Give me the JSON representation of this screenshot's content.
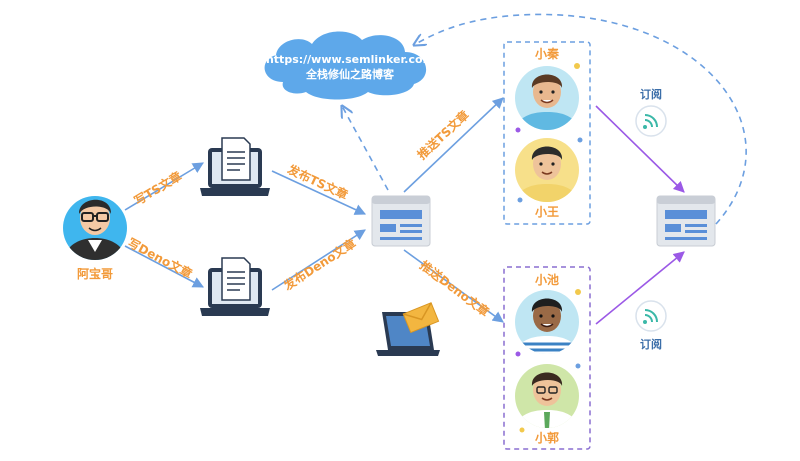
{
  "author": {
    "name": "阿宝哥"
  },
  "edges": {
    "write_ts": "写TS文章",
    "write_deno": "写Deno文章",
    "publish_ts": "发布TS文章",
    "publish_deno": "发布Deno文章",
    "push_ts": "推送TS文章",
    "push_deno": "推送Deno文章"
  },
  "cloud": {
    "url": "https://www.semlinker.com",
    "title": "全栈修仙之路博客"
  },
  "group_ts": {
    "members": [
      "小秦",
      "小王"
    ]
  },
  "group_deno": {
    "members": [
      "小池",
      "小郭"
    ]
  },
  "subscribe_label": "订阅",
  "colors": {
    "blue_arrow": "#6c9fe0",
    "purple_arrow": "#9b59e6",
    "orange_text": "#f29a3a",
    "cloud": "#5ea8ea",
    "dashed_ts_box": "#6c9fe0",
    "dashed_deno_box": "#8a6fd1"
  },
  "icons": [
    "document-laptop-icon",
    "browser-window-icon",
    "email-laptop-icon",
    "rss-icon",
    "avatar-icon"
  ]
}
